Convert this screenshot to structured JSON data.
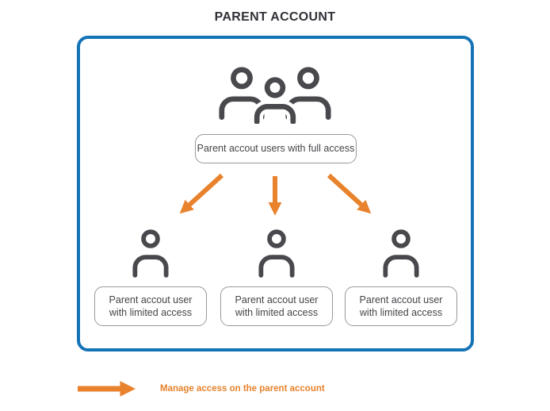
{
  "title": "PARENT ACCOUNT",
  "parent_box": {
    "full_access_label": "Parent accout users with full access",
    "limited_access_labels": [
      "Parent accout user with limited access",
      "Parent accout user with limited access",
      "Parent accout user with limited access"
    ]
  },
  "legend": {
    "label": "Manage access on the parent account"
  },
  "icons": {
    "top": "users-group-icon",
    "per_branch": "user-icon",
    "flow": "arrow-down-icon",
    "legend": "arrow-right-icon"
  },
  "colors": {
    "accent_blue": "#1473B6",
    "accent_orange": "#E8822C",
    "icon_gray": "#49484D",
    "box_border_gray": "#98989C",
    "text_dark": "#323137"
  }
}
